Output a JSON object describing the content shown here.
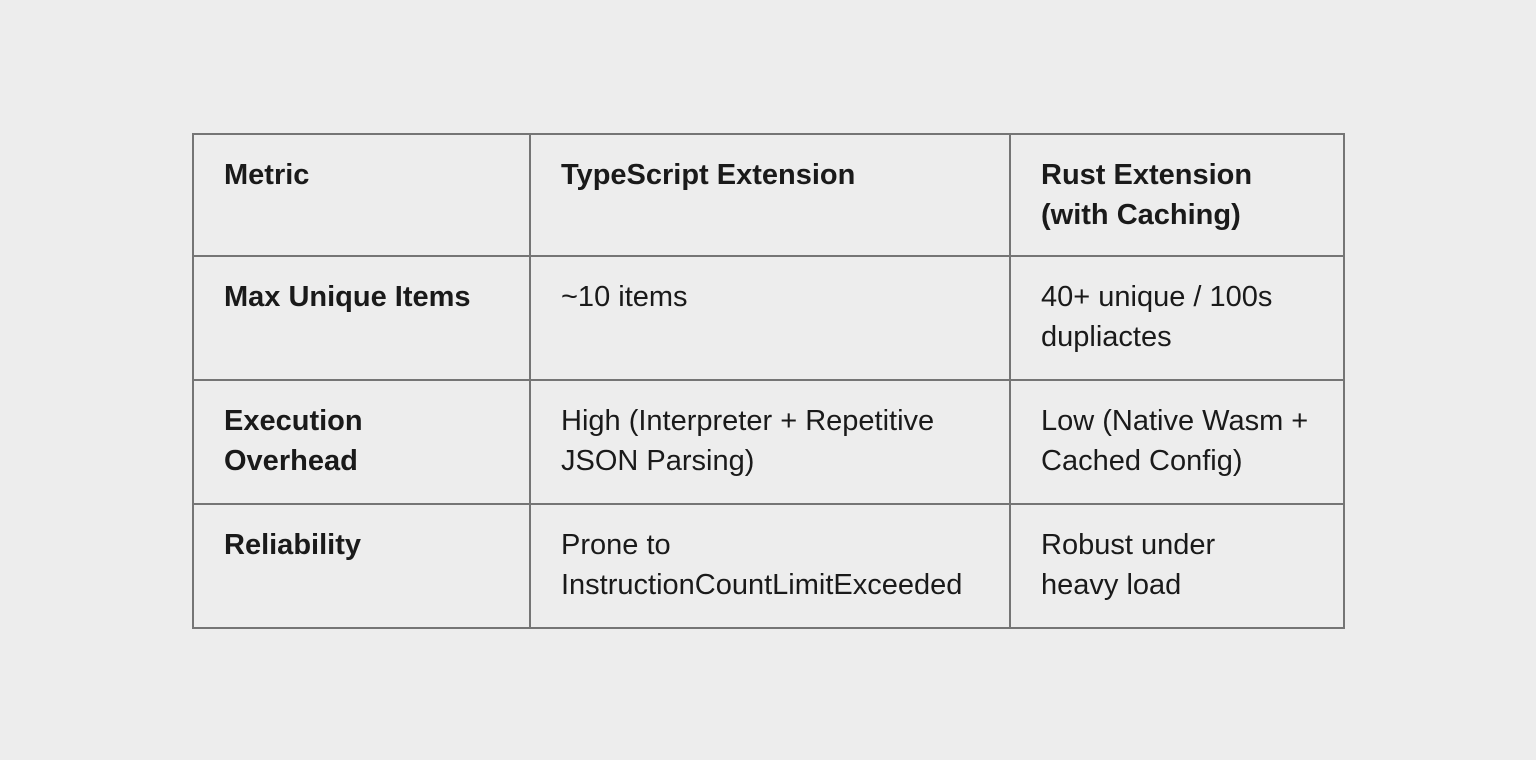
{
  "page": {
    "background_color": "#ededed"
  },
  "comparison_table": {
    "border_color": "#757575",
    "text_color": "#1a1a1a",
    "headers": [
      {
        "label": "Metric"
      },
      {
        "label": "TypeScript Extension"
      },
      {
        "label": "Rust Extension\n(with Caching)"
      }
    ],
    "rows": [
      {
        "metric": "Max Unique Items",
        "typescript": "~10 items",
        "rust": "40+ unique / 100s\ndupliactes"
      },
      {
        "metric": "Execution Overhead",
        "typescript": "High (Interpreter + Repetitive\nJSON Parsing)",
        "rust": "Low (Native Wasm +\nCached Config)"
      },
      {
        "metric": "Reliability",
        "typescript": "Prone to\nInstructionCountLimitExceeded",
        "rust": "Robust under\nheavy load"
      }
    ]
  }
}
